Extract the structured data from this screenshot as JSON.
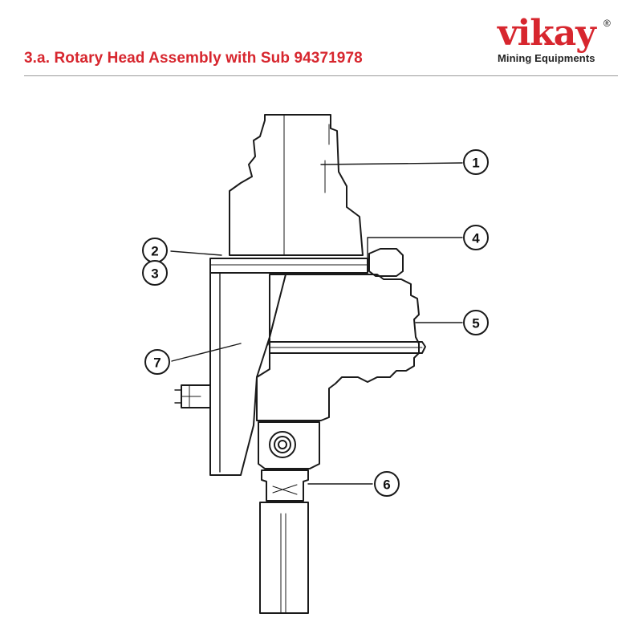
{
  "header": {
    "title": "3.a. Rotary Head Assembly with Sub 94371978"
  },
  "logo": {
    "word": "vikay",
    "registered": "®",
    "subtitle": "Mining Equipments"
  },
  "callouts": [
    "1",
    "2",
    "3",
    "4",
    "5",
    "6",
    "7"
  ],
  "colors": {
    "brand_red": "#d7262e",
    "line": "#1a1a1a"
  }
}
